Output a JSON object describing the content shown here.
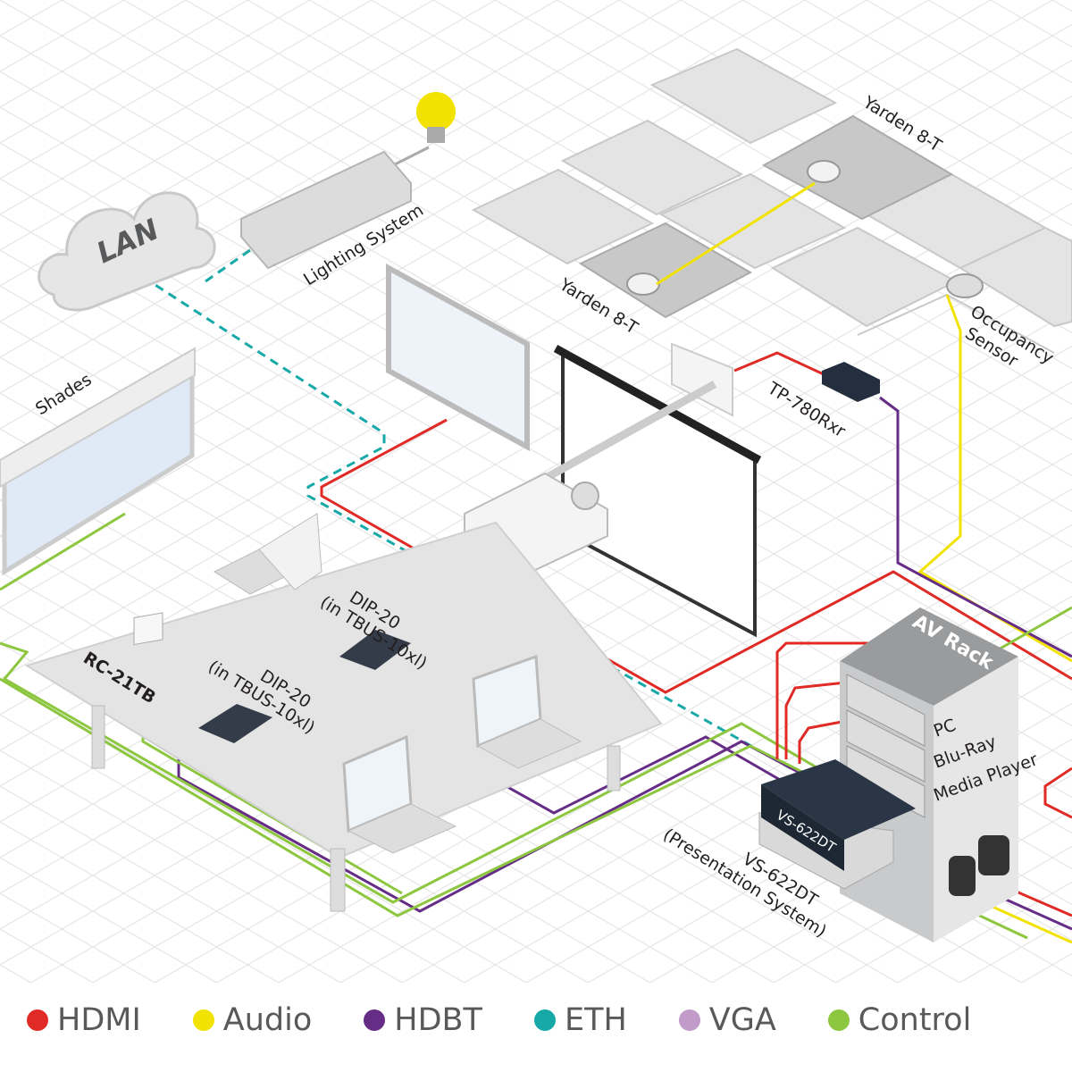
{
  "labels": {
    "lan": "LAN",
    "lighting": "Lighting System",
    "yarden_top": "Yarden 8-T",
    "yarden_bottom": "Yarden 8-T",
    "occupancy_line1": "Occupancy",
    "occupancy_line2": "Sensor",
    "receiver": "TP-780Rxr",
    "shades": "Shades",
    "dip_a_line1": "DIP-20",
    "dip_a_line2": "(in TBUS-10xl)",
    "dip_b_line1": "DIP-20",
    "dip_b_line2": "(in TBUS-10xl)",
    "rc": "RC-21TB",
    "rack": "AV Rack",
    "rack_pc": "PC",
    "rack_bluray": "Blu-Ray",
    "rack_media": "Media Player",
    "switcher_face": "VS-622DT",
    "switcher_line1": "VS-622DT",
    "switcher_line2": "(Presentation System)"
  },
  "legend": [
    {
      "label": "HDMI",
      "color": "#e02a26"
    },
    {
      "label": "Audio",
      "color": "#f2e200"
    },
    {
      "label": "HDBT",
      "color": "#662d87"
    },
    {
      "label": "ETH",
      "color": "#17a9a8"
    },
    {
      "label": "VGA",
      "color": "#c39bca"
    },
    {
      "label": "Control",
      "color": "#8dc63f"
    }
  ]
}
